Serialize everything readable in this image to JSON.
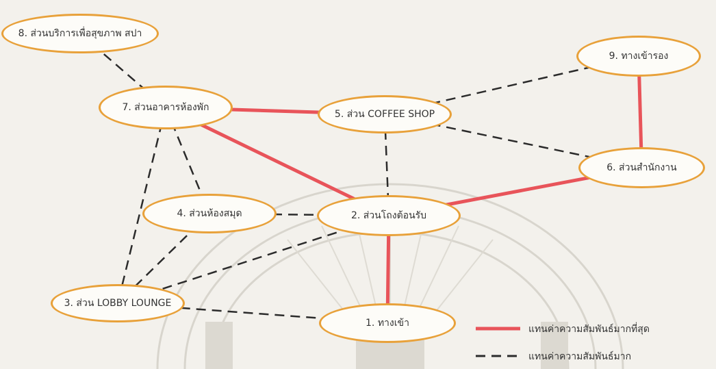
{
  "nodes": {
    "n1": "1. ทางเข้า",
    "n2": "2. ส่วนโถงต้อนรับ",
    "n3": "3. ส่วน LOBBY LOUNGE",
    "n4": "4. ส่วนห้องสมุด",
    "n5": "5. ส่วน COFFEE SHOP",
    "n6": "6. ส่วนสำนักงาน",
    "n7": "7. ส่วนอาคารห้องพัก",
    "n8": "8. ส่วนบริการเพื่อสุขภาพ สปา",
    "n9": "9. ทางเข้ารอง"
  },
  "edges": [
    {
      "from": "n7",
      "to": "n5",
      "type": "strong"
    },
    {
      "from": "n7",
      "to": "n2",
      "type": "strong"
    },
    {
      "from": "n2",
      "to": "n6",
      "type": "strong"
    },
    {
      "from": "n2",
      "to": "n1",
      "type": "strong"
    },
    {
      "from": "n9",
      "to": "n6",
      "type": "strong"
    },
    {
      "from": "n8",
      "to": "n7",
      "type": "weak"
    },
    {
      "from": "n7",
      "to": "n4",
      "type": "weak"
    },
    {
      "from": "n7",
      "to": "n3",
      "type": "weak"
    },
    {
      "from": "n5",
      "to": "n9",
      "type": "weak"
    },
    {
      "from": "n5",
      "to": "n6",
      "type": "weak"
    },
    {
      "from": "n5",
      "to": "n2",
      "type": "weak"
    },
    {
      "from": "n4",
      "to": "n2",
      "type": "weak"
    },
    {
      "from": "n4",
      "to": "n3",
      "type": "weak"
    },
    {
      "from": "n3",
      "to": "n2",
      "type": "weak"
    },
    {
      "from": "n3",
      "to": "n1",
      "type": "weak"
    }
  ],
  "legend": {
    "strong_label": "แทนค่าความสัมพันธ์มากที่สุด",
    "weak_label": "แทนค่าความสัมพันธ์มาก"
  },
  "colors": {
    "strong": "#e8545a",
    "weak": "#2b2b2b",
    "node_border": "#e8a13a"
  }
}
